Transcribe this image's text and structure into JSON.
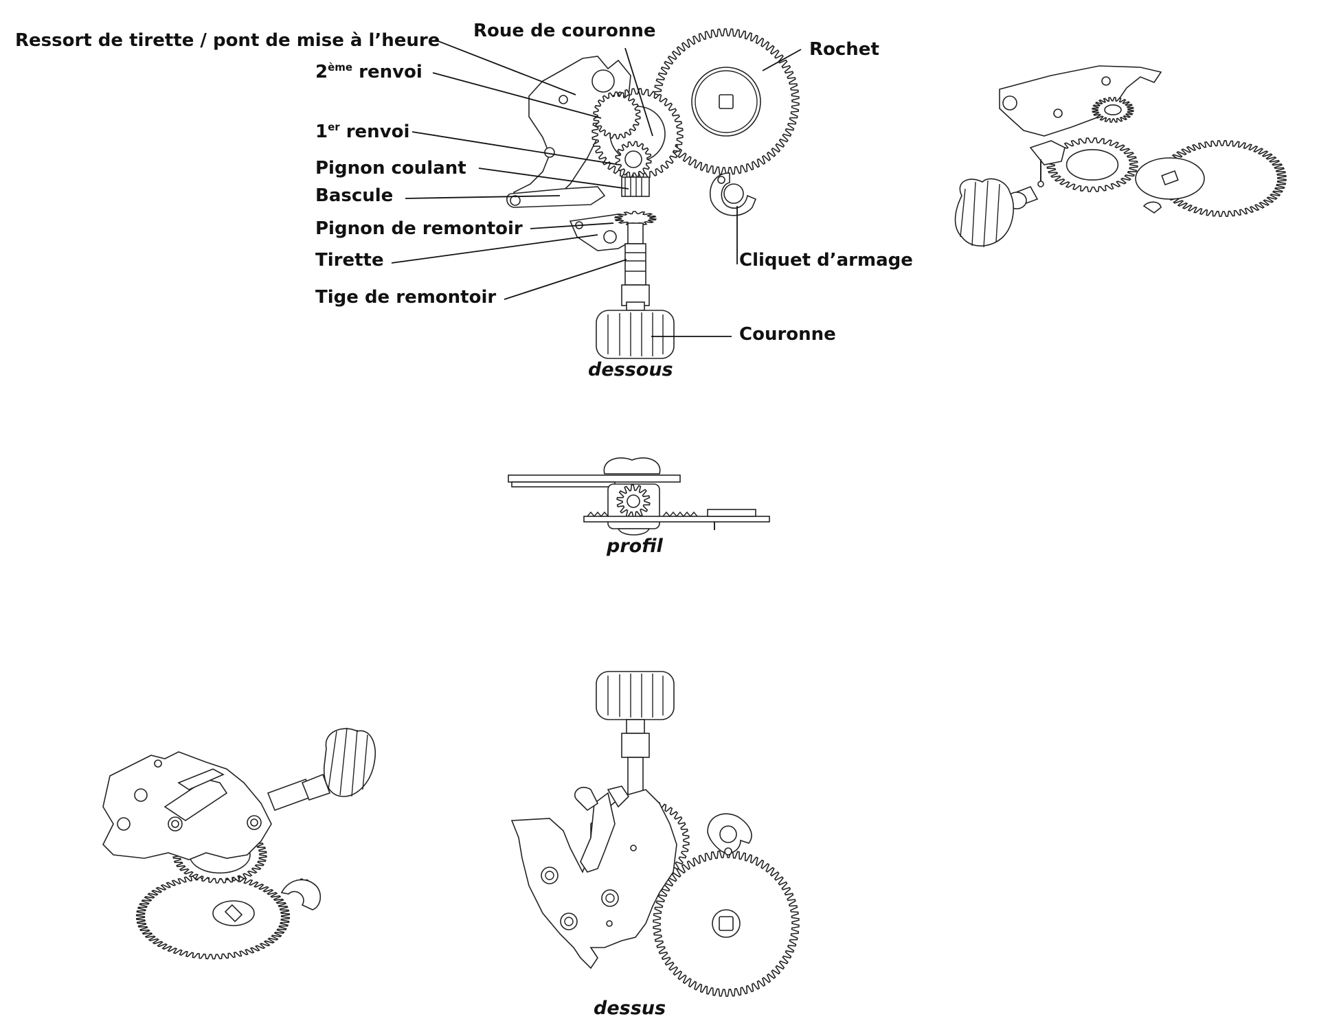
{
  "labels": {
    "ressort": "Ressort de tirette / pont de mise à l’heure",
    "roue_couronne": "Roue de couronne",
    "rochet": "Rochet",
    "renvoi2_num": "2",
    "renvoi2_sup": "ème",
    "renvoi2_word": " renvoi",
    "renvoi1_num": "1",
    "renvoi1_sup": "er",
    "renvoi1_word": " renvoi",
    "pignon_coulant": "Pignon coulant",
    "bascule": "Bascule",
    "pignon_remontoir": "Pignon de remontoir",
    "tirette": "Tirette",
    "tige": "Tige de remontoir",
    "cliquet": "Cliquet d’armage",
    "couronne": "Couronne"
  },
  "captions": {
    "dessous": "dessous",
    "profil": "profil",
    "dessus": "dessus"
  },
  "colors": {
    "line": "#222222",
    "text": "#111111",
    "background": "#ffffff"
  }
}
